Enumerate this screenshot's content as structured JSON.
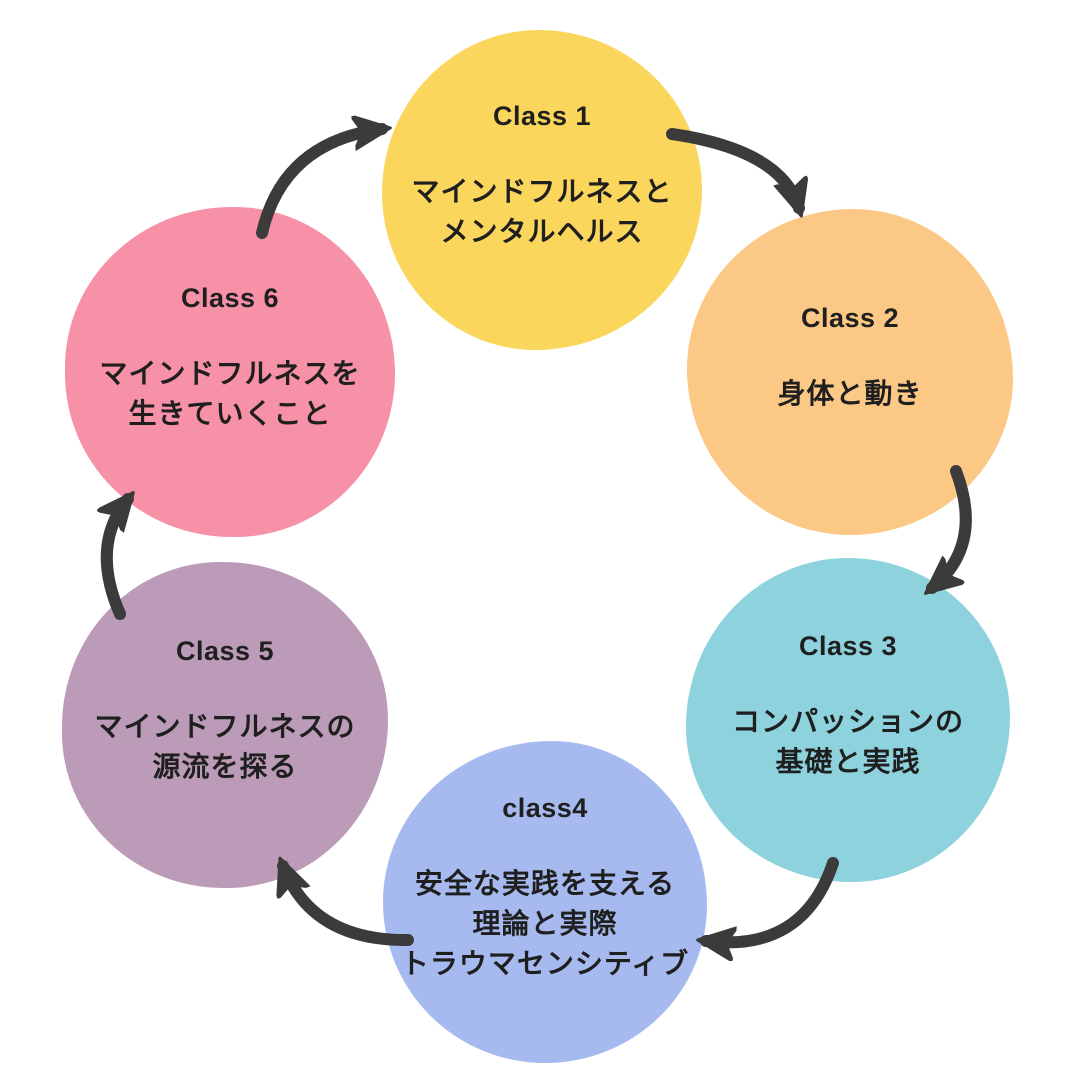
{
  "diagram": {
    "kind": "cycle-diagram",
    "background": "#ffffff",
    "arrow_color": "#3b3b3b",
    "text_color": "#1f1f1f"
  },
  "classes": [
    {
      "title": "Class 1",
      "body": [
        "マインドフルネスと",
        "メンタルヘルス"
      ],
      "color": "#FBD65C"
    },
    {
      "title": "Class 2",
      "body": [
        "身体と動き"
      ],
      "color": "#FBC886"
    },
    {
      "title": "Class 3",
      "body": [
        "コンパッションの",
        "基礎と実践"
      ],
      "color": "#8ED2DE"
    },
    {
      "title": "class4",
      "body": [
        "安全な実践を支える",
        "理論と実際",
        "トラウマセンシティブ"
      ],
      "color": "#A7BAEF"
    },
    {
      "title": "Class 5",
      "body": [
        "マインドフルネスの",
        "源流を探る"
      ],
      "color": "#BB9BB8"
    },
    {
      "title": "Class 6",
      "body": [
        "マインドフルネスを",
        "生きていくこと"
      ],
      "color": "#F791A7"
    }
  ],
  "arrows": [
    {
      "name": "class6-to-class1"
    },
    {
      "name": "class1-to-class2"
    },
    {
      "name": "class2-to-class3"
    },
    {
      "name": "class3-to-class4"
    },
    {
      "name": "class4-to-class5"
    },
    {
      "name": "class5-to-class6"
    }
  ]
}
